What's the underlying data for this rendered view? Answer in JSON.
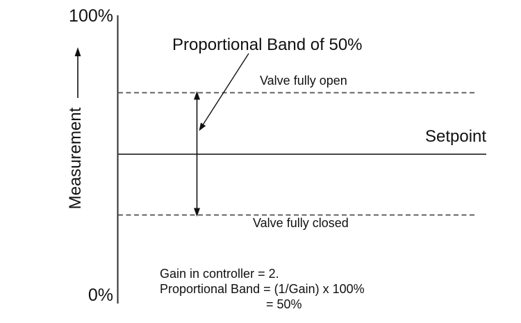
{
  "diagram": {
    "title": "Proportional Band of 50%",
    "axis": {
      "label": "Measurement",
      "max_tick": "100%",
      "min_tick": "0%"
    },
    "levels": {
      "valve_open": "Valve fully open",
      "setpoint": "Setpoint",
      "valve_closed": "Valve fully closed"
    },
    "calculation": {
      "line1": "Gain in controller = 2.",
      "line2": "Proportional Band = (1/Gain) x 100%",
      "line3": "= 50%"
    },
    "colors": {
      "background": "#ffffff",
      "text": "#111111",
      "solid_line": "#2e2e2e",
      "dashed_line": "#4f4f4f"
    }
  }
}
